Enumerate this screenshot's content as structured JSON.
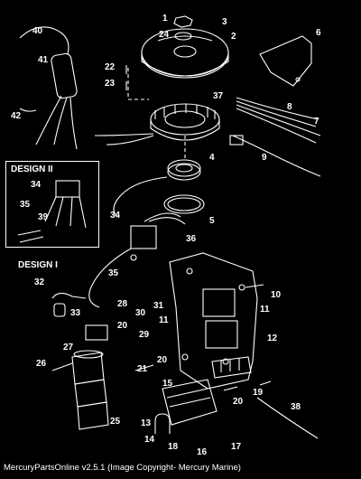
{
  "callouts": [
    {
      "id": "1",
      "text": "1"
    },
    {
      "id": "2",
      "text": "2"
    },
    {
      "id": "3",
      "text": "3"
    },
    {
      "id": "4",
      "text": "4"
    },
    {
      "id": "5",
      "text": "5"
    },
    {
      "id": "6",
      "text": "6"
    },
    {
      "id": "7",
      "text": "7"
    },
    {
      "id": "8",
      "text": "8"
    },
    {
      "id": "9",
      "text": "9"
    },
    {
      "id": "10",
      "text": "10"
    },
    {
      "id": "11a",
      "text": "11"
    },
    {
      "id": "11b",
      "text": "11"
    },
    {
      "id": "12",
      "text": "12"
    },
    {
      "id": "13",
      "text": "13"
    },
    {
      "id": "14",
      "text": "14"
    },
    {
      "id": "15",
      "text": "15"
    },
    {
      "id": "16",
      "text": "16"
    },
    {
      "id": "17",
      "text": "17"
    },
    {
      "id": "18",
      "text": "18"
    },
    {
      "id": "19",
      "text": "19"
    },
    {
      "id": "20a",
      "text": "20"
    },
    {
      "id": "20b",
      "text": "20"
    },
    {
      "id": "20c",
      "text": "20"
    },
    {
      "id": "21",
      "text": "21"
    },
    {
      "id": "22",
      "text": "22"
    },
    {
      "id": "23",
      "text": "23"
    },
    {
      "id": "24",
      "text": "24"
    },
    {
      "id": "25",
      "text": "25"
    },
    {
      "id": "26",
      "text": "26"
    },
    {
      "id": "27",
      "text": "27"
    },
    {
      "id": "28",
      "text": "28"
    },
    {
      "id": "29",
      "text": "29"
    },
    {
      "id": "30",
      "text": "30"
    },
    {
      "id": "31",
      "text": "31"
    },
    {
      "id": "32",
      "text": "32"
    },
    {
      "id": "33",
      "text": "33"
    },
    {
      "id": "34a",
      "text": "34"
    },
    {
      "id": "34b",
      "text": "34"
    },
    {
      "id": "35a",
      "text": "35"
    },
    {
      "id": "35b",
      "text": "35"
    },
    {
      "id": "36",
      "text": "36"
    },
    {
      "id": "37",
      "text": "37"
    },
    {
      "id": "38",
      "text": "38"
    },
    {
      "id": "39",
      "text": "39"
    },
    {
      "id": "40",
      "text": "40"
    },
    {
      "id": "41",
      "text": "41"
    },
    {
      "id": "42",
      "text": "42"
    }
  ],
  "design_labels": {
    "design_ii": "DESIGN II",
    "design_i": "DESIGN I"
  },
  "footer": "MercuryPartsOnline v2.5.1 (Image Copyright- Mercury Marine)",
  "colors": {
    "background": "#000000",
    "lines": "#ffffff"
  }
}
